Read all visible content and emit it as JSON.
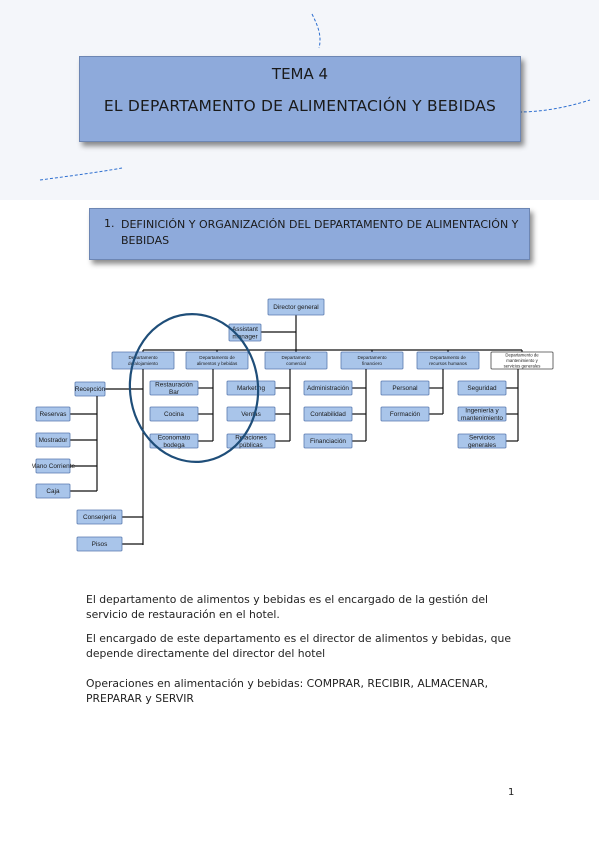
{
  "title": {
    "line1": "TEMA 4",
    "line2": "EL DEPARTAMENTO DE ALIMENTACIÓN Y BEBIDAS"
  },
  "section": {
    "number": "1.",
    "text": "DEFINICIÓN Y ORGANIZACIÓN DEL DEPARTAMENTO DE ALIMENTACIÓN Y BEBIDAS"
  },
  "org_chart": {
    "director": "Director general",
    "assistant": [
      "Assistant",
      "manager"
    ],
    "departments": [
      {
        "lines": [
          "Departamento",
          "de alojamiento"
        ],
        "units": []
      },
      {
        "lines": [
          "Departamento de",
          "alimentos y bebidas"
        ],
        "units": [
          [
            "Restauración",
            "Bar"
          ],
          [
            "Cocina"
          ],
          [
            "Economato",
            "bodega"
          ]
        ]
      },
      {
        "lines": [
          "Departamento",
          "comercial"
        ],
        "units": [
          [
            "Marketing"
          ],
          [
            "Ventas"
          ],
          [
            "Relaciones",
            "públicas"
          ]
        ]
      },
      {
        "lines": [
          "Departamento",
          "financiero"
        ],
        "units": [
          [
            "Administración"
          ],
          [
            "Contabilidad"
          ],
          [
            "Financiación"
          ]
        ]
      },
      {
        "lines": [
          "Departamento de",
          "recursos humanos"
        ],
        "units": [
          [
            "Personal"
          ],
          [
            "Formación"
          ]
        ]
      },
      {
        "lines": [
          "Departamento de",
          "mantenimiento y",
          "servicios generales"
        ],
        "units": [
          [
            "Seguridad"
          ],
          [
            "Ingeniería y",
            "mantenimiento"
          ],
          [
            "Servicios",
            "generales"
          ]
        ]
      }
    ],
    "lodging_units": {
      "reception": "Recepción",
      "reception_children": [
        "Reservas",
        "Mostrador",
        "Mano Corriente",
        "Caja"
      ],
      "others": [
        "Conserjería",
        "Pisos"
      ]
    }
  },
  "paragraphs": [
    "El departamento de alimentos y bebidas es el encargado de la gestión del servicio de restauración en el hotel.",
    "El encargado de este departamento es el director de alimentos y bebidas, que depende directamente del director del hotel",
    "Operaciones en alimentación y bebidas: COMPRAR, RECIBIR, ALMACENAR, PREPARAR y SERVIR"
  ],
  "page_number": "1",
  "colors": {
    "banner": "#8eaadb",
    "node_fill": "#a9c5ea",
    "node_border": "#5a7ab0",
    "circle": "#1f4e79",
    "deco_line": "#2e6fd0"
  }
}
